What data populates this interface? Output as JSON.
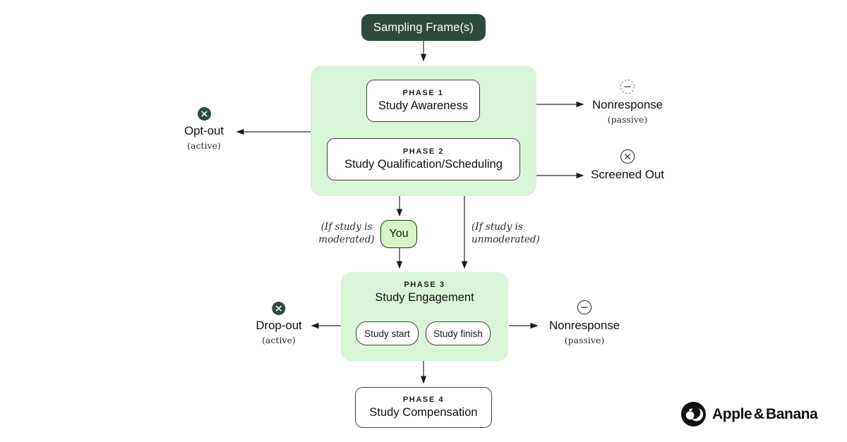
{
  "colors": {
    "accent_dark_green": "#2e4a3c",
    "container_green": "#d9f4d9",
    "you_green": "#d6f5c2"
  },
  "sampling_frame": {
    "label": "Sampling Frame(s)"
  },
  "awareness_container": {
    "phase1": {
      "eyebrow": "PHASE 1",
      "title": "Study Awareness"
    },
    "phase2": {
      "eyebrow": "PHASE 2",
      "title": "Study Qualification/Scheduling"
    }
  },
  "branch": {
    "you": "You",
    "moderated": "(If study is moderated)",
    "unmoderated": "(If study is unmoderated)"
  },
  "engagement_container": {
    "eyebrow": "PHASE 3",
    "title": "Study Engagement",
    "study_start": "Study start",
    "study_finish": "Study finish"
  },
  "compensation": {
    "eyebrow": "PHASE 4",
    "title": "Study Compensation"
  },
  "exits": {
    "opt_out": {
      "label": "Opt-out",
      "note": "(active)",
      "icon": "x-circle-filled"
    },
    "nonresponse_top": {
      "label": "Nonresponse",
      "note": "(passive)",
      "icon": "minus-circle-dashed"
    },
    "screened_out": {
      "label": "Screened Out",
      "icon": "x-circle-outline"
    },
    "drop_out": {
      "label": "Drop-out",
      "note": "(active)",
      "icon": "x-circle-filled"
    },
    "nonresponse_bottom": {
      "label": "Nonresponse",
      "note": "(passive)",
      "icon": "minus-circle-outline"
    }
  },
  "brand": {
    "name": "Apple & Banana",
    "icon": "apple-banana-logo"
  }
}
